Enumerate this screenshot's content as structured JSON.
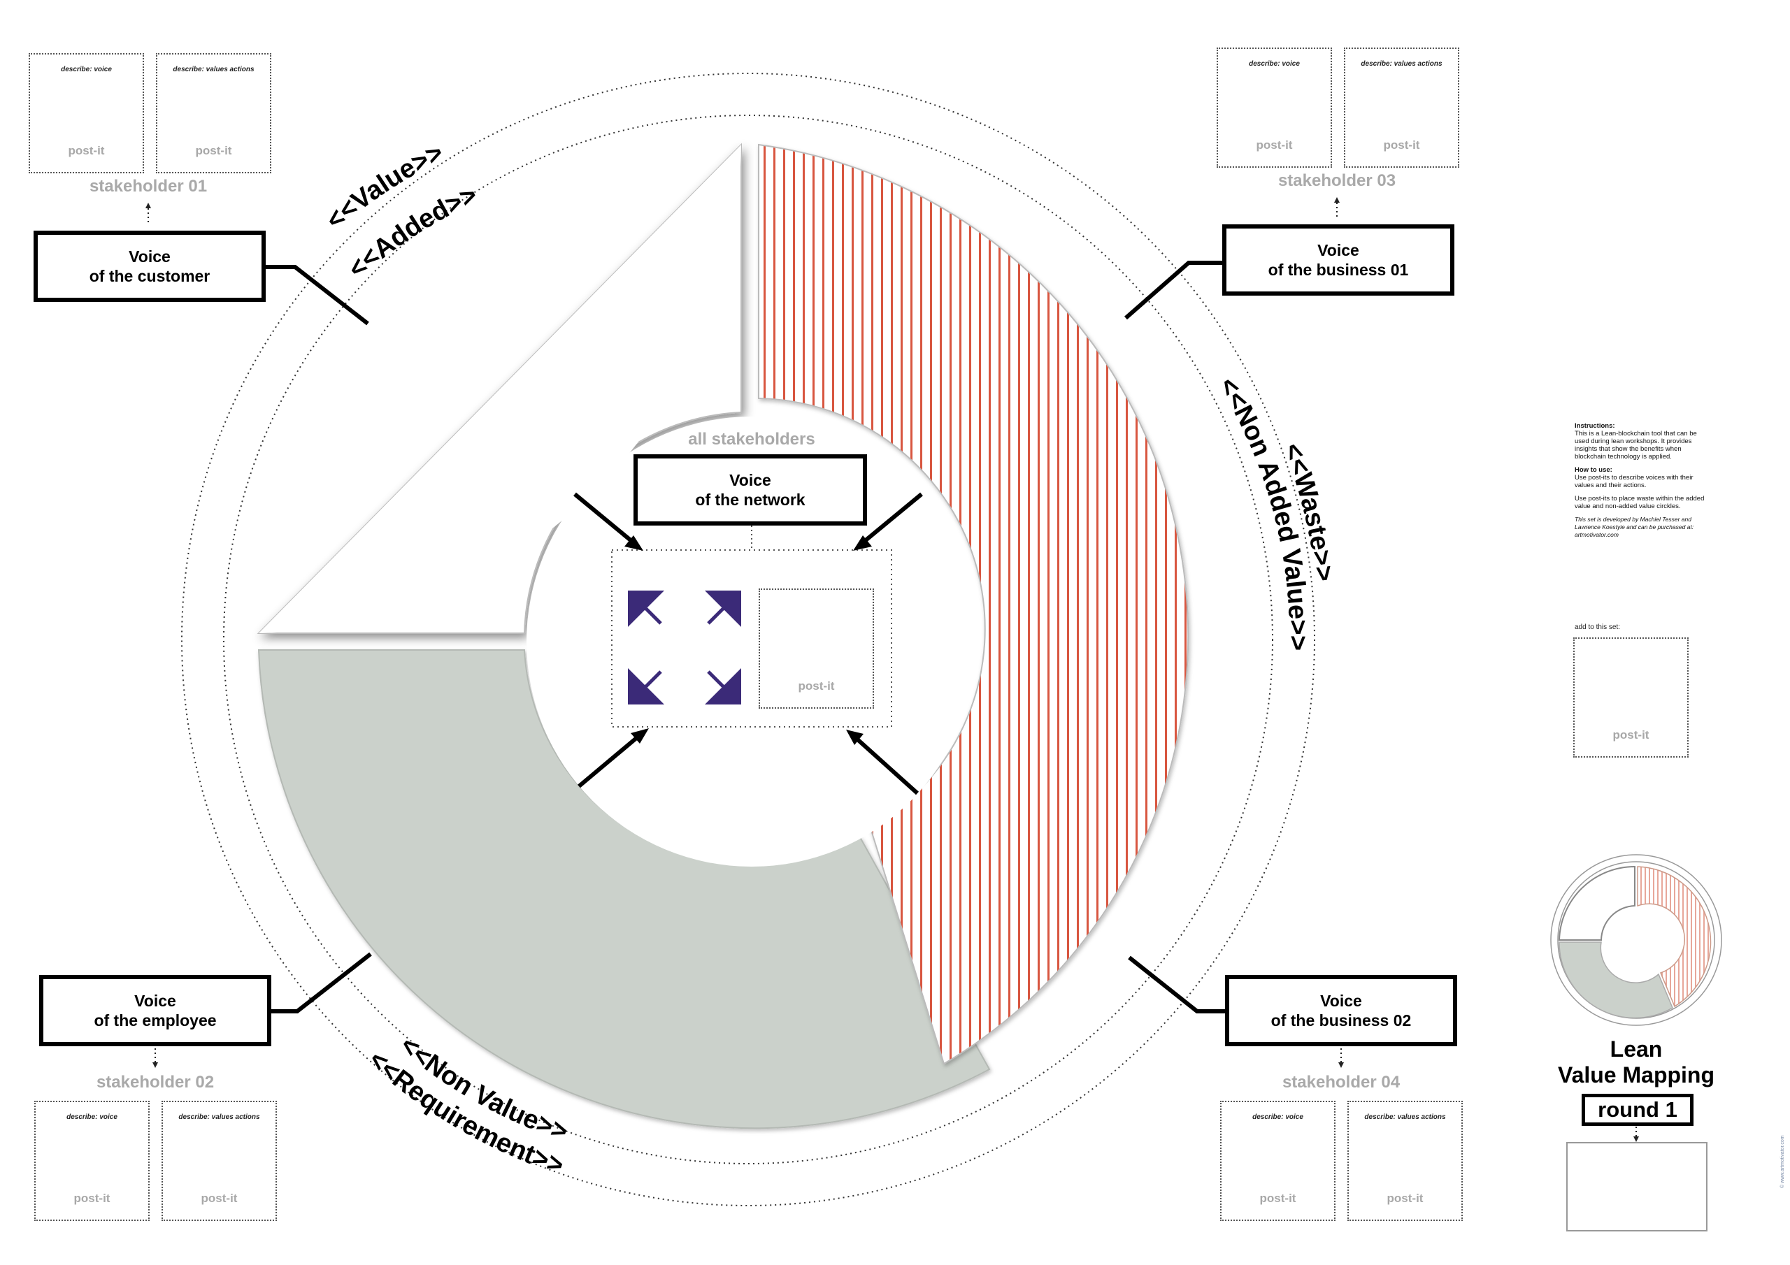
{
  "stakeholders": {
    "s01": "stakeholder 01",
    "s02": "stakeholder 02",
    "s03": "stakeholder 03",
    "s04": "stakeholder 04",
    "all": "all stakeholders"
  },
  "postit": {
    "voice_header": "describe: voice",
    "actions_header": "describe: values actions",
    "label": "post-it"
  },
  "voices": {
    "customer": [
      "Voice",
      "of the customer"
    ],
    "employee": [
      "Voice",
      "of the employee"
    ],
    "business01": [
      "Voice",
      "of the business 01"
    ],
    "business02": [
      "Voice",
      "of the business 02"
    ],
    "network": [
      "Voice",
      "of the network"
    ]
  },
  "arc_labels": {
    "value": "<<Value>>",
    "added": "<<Added>>",
    "non_value": "<<Non Value>>",
    "requirement": "<<Requirement>>",
    "waste": "<<Waste>>",
    "non_added_value": "<<Non Added Value>>"
  },
  "instructions": {
    "title": "Instructions:",
    "body": "This is a Lean-blockchain tool that can be used during lean workshops. It provides insights that show the benefits when blockchain technology is applied.",
    "howto_title": "How to use:",
    "howto1": "Use post-its to describe voices with their values and their actions.",
    "howto2": "Use post-its to place waste within the added value and non-added value circkles.",
    "credit": "This set is developed by Machiel Tesser and Lawrence Koestyie and can be purchased at: artmotivator.com"
  },
  "add_to_set": "add to this set:",
  "title": [
    "Lean",
    "Value Mapping"
  ],
  "round": "round 1",
  "side_credit": "© www.artmotivator.com",
  "colors": {
    "segment_white": "#ffffff",
    "segment_grey": "#cbd1cb",
    "waste_stripe": "#d8573f",
    "icon_purple": "#3b2a78"
  }
}
